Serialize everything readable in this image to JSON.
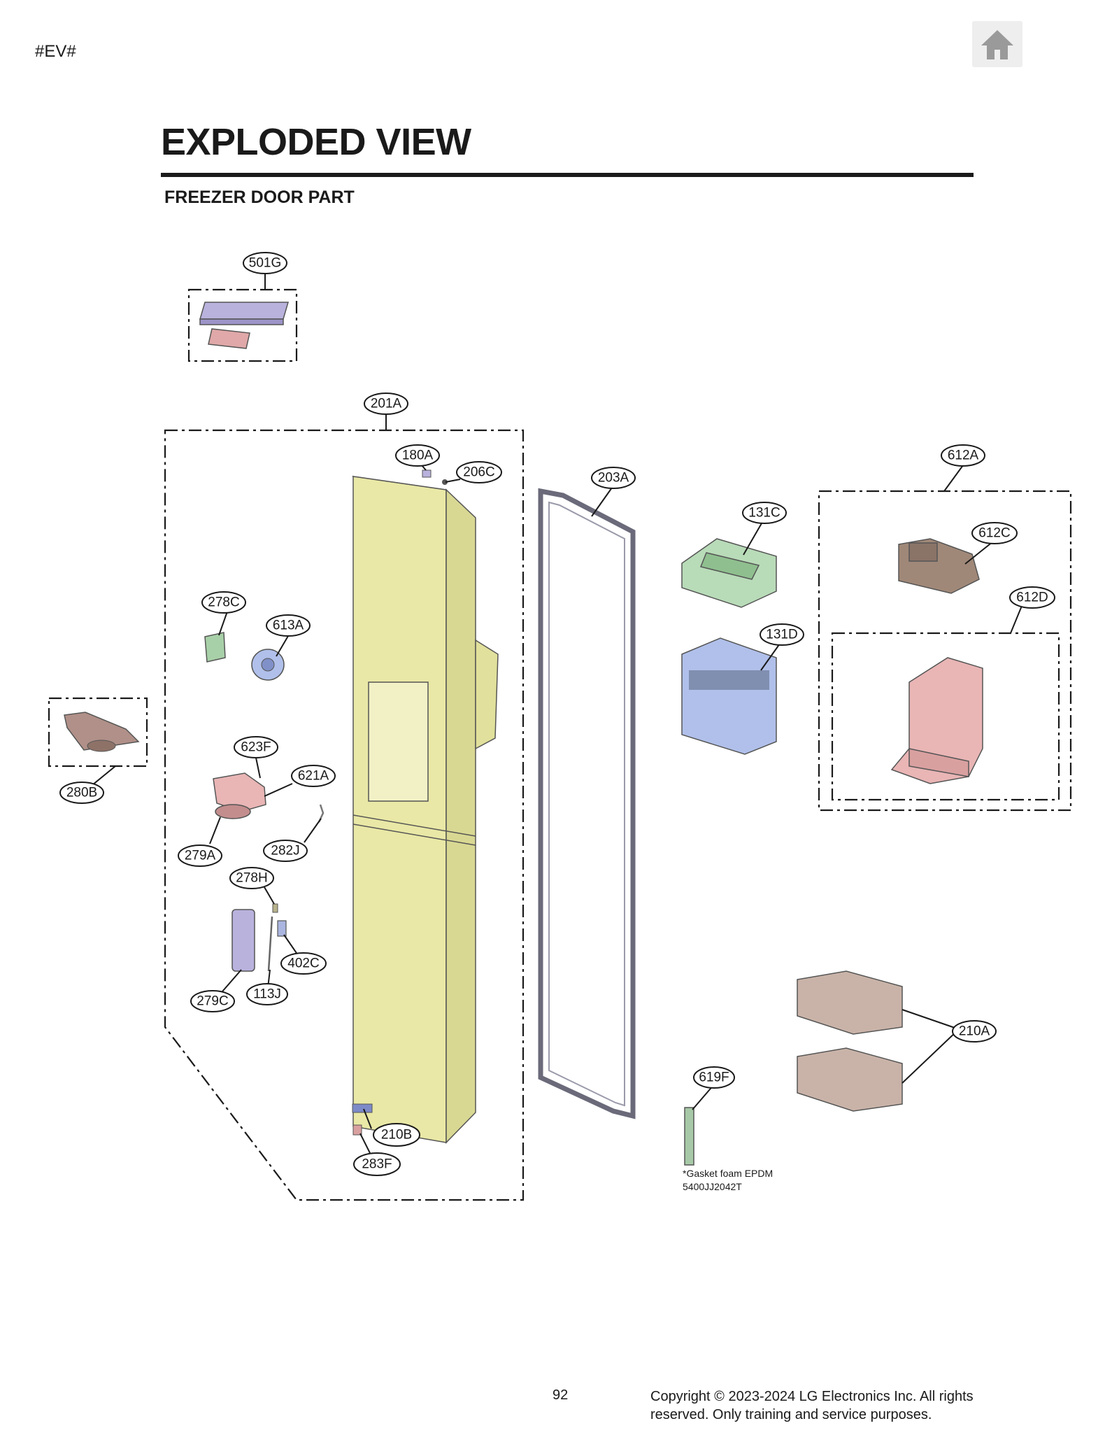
{
  "page": {
    "tag": "#EV#",
    "title": "EXPLODED VIEW",
    "subtitle": "FREEZER DOOR PART",
    "home_icon": "home-icon",
    "page_number": "92",
    "copyright": "Copyright © 2023-2024 LG Electronics Inc. All rights reserved. Only training and service purposes."
  },
  "note": {
    "line1": "*Gasket foam EPDM",
    "line2": "5400JJ2042T"
  },
  "callouts": [
    "501G",
    "201A",
    "180A",
    "206C",
    "203A",
    "612A",
    "131C",
    "612C",
    "612D",
    "278C",
    "613A",
    "131D",
    "280B",
    "623F",
    "621A",
    "279A",
    "282J",
    "278H",
    "402C",
    "279C",
    "113J",
    "210A",
    "619F",
    "210B",
    "283F"
  ],
  "colors": {
    "door_yellow": "#e9e8a6",
    "gasket": "#6a6a7a",
    "green": "#b8dbb8",
    "blue": "#b0c0ea",
    "pink": "#e9b5b5",
    "tan": "#c9b3a8",
    "lavender": "#b9b2dd",
    "brown": "#b09088"
  }
}
